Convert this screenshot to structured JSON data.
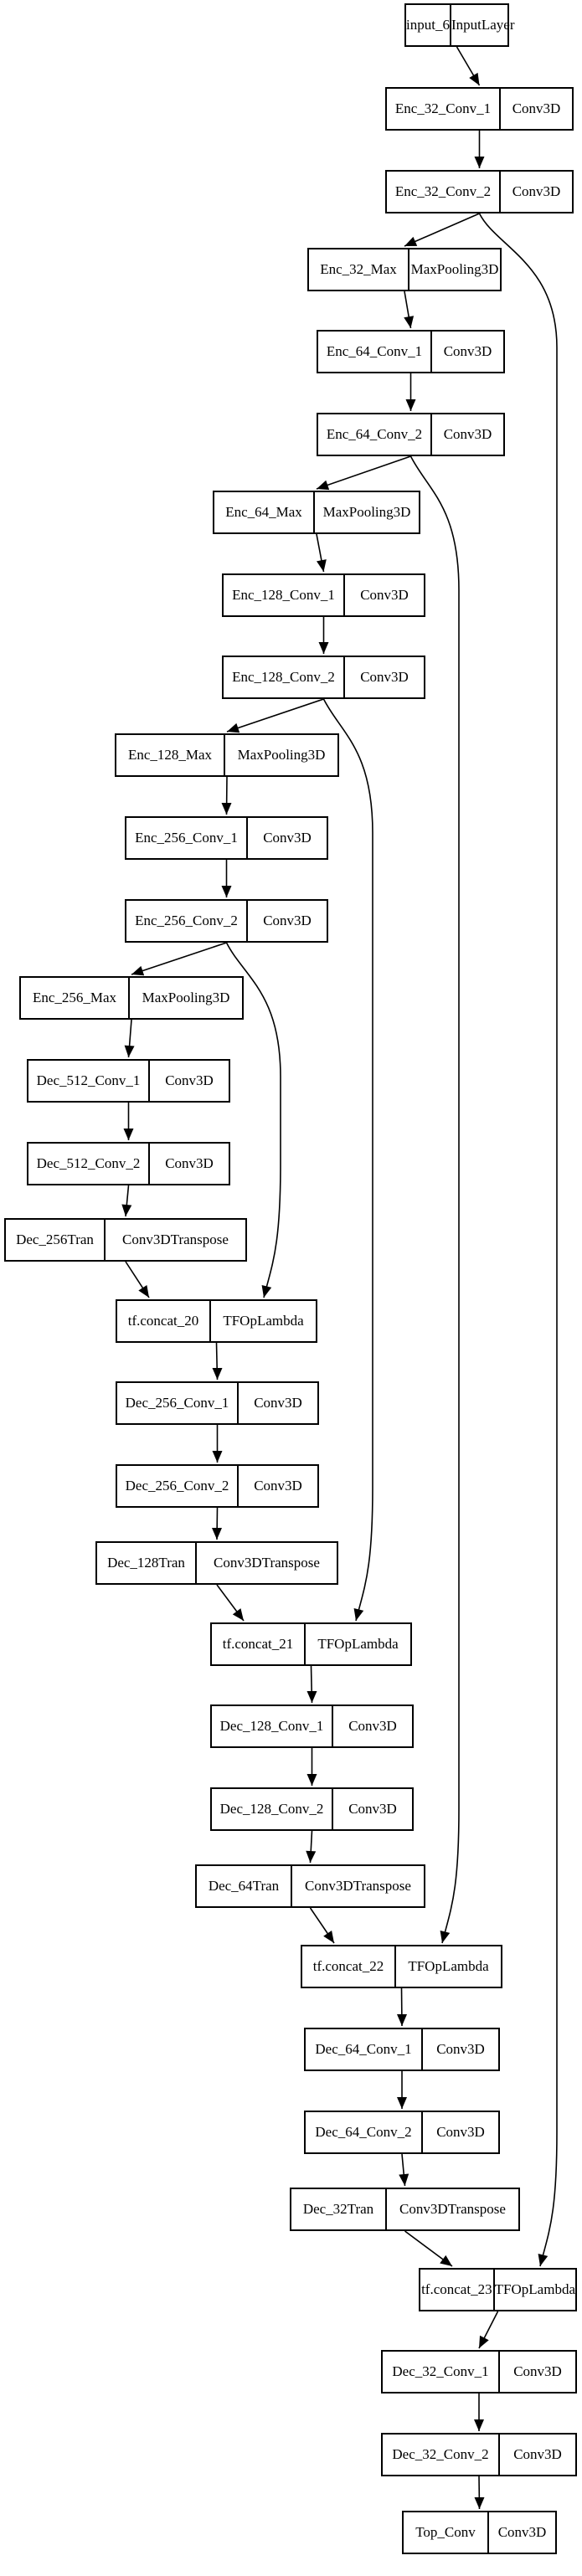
{
  "nodes": [
    {
      "id": "input_6",
      "name": "input_6",
      "type": "InputLayer"
    },
    {
      "id": "enc_32_conv_1",
      "name": "Enc_32_Conv_1",
      "type": "Conv3D"
    },
    {
      "id": "enc_32_conv_2",
      "name": "Enc_32_Conv_2",
      "type": "Conv3D"
    },
    {
      "id": "enc_32_max",
      "name": "Enc_32_Max",
      "type": "MaxPooling3D"
    },
    {
      "id": "enc_64_conv_1",
      "name": "Enc_64_Conv_1",
      "type": "Conv3D"
    },
    {
      "id": "enc_64_conv_2",
      "name": "Enc_64_Conv_2",
      "type": "Conv3D"
    },
    {
      "id": "enc_64_max",
      "name": "Enc_64_Max",
      "type": "MaxPooling3D"
    },
    {
      "id": "enc_128_conv_1",
      "name": "Enc_128_Conv_1",
      "type": "Conv3D"
    },
    {
      "id": "enc_128_conv_2",
      "name": "Enc_128_Conv_2",
      "type": "Conv3D"
    },
    {
      "id": "enc_128_max",
      "name": "Enc_128_Max",
      "type": "MaxPooling3D"
    },
    {
      "id": "enc_256_conv_1",
      "name": "Enc_256_Conv_1",
      "type": "Conv3D"
    },
    {
      "id": "enc_256_conv_2",
      "name": "Enc_256_Conv_2",
      "type": "Conv3D"
    },
    {
      "id": "enc_256_max",
      "name": "Enc_256_Max",
      "type": "MaxPooling3D"
    },
    {
      "id": "dec_512_conv_1",
      "name": "Dec_512_Conv_1",
      "type": "Conv3D"
    },
    {
      "id": "dec_512_conv_2",
      "name": "Dec_512_Conv_2",
      "type": "Conv3D"
    },
    {
      "id": "dec_256tran",
      "name": "Dec_256Tran",
      "type": "Conv3DTranspose"
    },
    {
      "id": "tf_concat_20",
      "name": "tf.concat_20",
      "type": "TFOpLambda"
    },
    {
      "id": "dec_256_conv_1",
      "name": "Dec_256_Conv_1",
      "type": "Conv3D"
    },
    {
      "id": "dec_256_conv_2",
      "name": "Dec_256_Conv_2",
      "type": "Conv3D"
    },
    {
      "id": "dec_128tran",
      "name": "Dec_128Tran",
      "type": "Conv3DTranspose"
    },
    {
      "id": "tf_concat_21",
      "name": "tf.concat_21",
      "type": "TFOpLambda"
    },
    {
      "id": "dec_128_conv_1",
      "name": "Dec_128_Conv_1",
      "type": "Conv3D"
    },
    {
      "id": "dec_128_conv_2",
      "name": "Dec_128_Conv_2",
      "type": "Conv3D"
    },
    {
      "id": "dec_64tran",
      "name": "Dec_64Tran",
      "type": "Conv3DTranspose"
    },
    {
      "id": "tf_concat_22",
      "name": "tf.concat_22",
      "type": "TFOpLambda"
    },
    {
      "id": "dec_64_conv_1",
      "name": "Dec_64_Conv_1",
      "type": "Conv3D"
    },
    {
      "id": "dec_64_conv_2",
      "name": "Dec_64_Conv_2",
      "type": "Conv3D"
    },
    {
      "id": "dec_32tran",
      "name": "Dec_32Tran",
      "type": "Conv3DTranspose"
    },
    {
      "id": "tf_concat_23",
      "name": "tf.concat_23",
      "type": "TFOpLambda"
    },
    {
      "id": "dec_32_conv_1",
      "name": "Dec_32_Conv_1",
      "type": "Conv3D"
    },
    {
      "id": "dec_32_conv_2",
      "name": "Dec_32_Conv_2",
      "type": "Conv3D"
    },
    {
      "id": "top_conv",
      "name": "Top_Conv",
      "type": "Conv3D"
    }
  ],
  "edges": [
    [
      "input_6",
      "enc_32_conv_1"
    ],
    [
      "enc_32_conv_1",
      "enc_32_conv_2"
    ],
    [
      "enc_32_conv_2",
      "enc_32_max"
    ],
    [
      "enc_32_conv_2",
      "tf_concat_23"
    ],
    [
      "enc_32_max",
      "enc_64_conv_1"
    ],
    [
      "enc_64_conv_1",
      "enc_64_conv_2"
    ],
    [
      "enc_64_conv_2",
      "enc_64_max"
    ],
    [
      "enc_64_conv_2",
      "tf_concat_22"
    ],
    [
      "enc_64_max",
      "enc_128_conv_1"
    ],
    [
      "enc_128_conv_1",
      "enc_128_conv_2"
    ],
    [
      "enc_128_conv_2",
      "enc_128_max"
    ],
    [
      "enc_128_conv_2",
      "tf_concat_21"
    ],
    [
      "enc_128_max",
      "enc_256_conv_1"
    ],
    [
      "enc_256_conv_1",
      "enc_256_conv_2"
    ],
    [
      "enc_256_conv_2",
      "enc_256_max"
    ],
    [
      "enc_256_conv_2",
      "tf_concat_20"
    ],
    [
      "enc_256_max",
      "dec_512_conv_1"
    ],
    [
      "dec_512_conv_1",
      "dec_512_conv_2"
    ],
    [
      "dec_512_conv_2",
      "dec_256tran"
    ],
    [
      "dec_256tran",
      "tf_concat_20"
    ],
    [
      "tf_concat_20",
      "dec_256_conv_1"
    ],
    [
      "dec_256_conv_1",
      "dec_256_conv_2"
    ],
    [
      "dec_256_conv_2",
      "dec_128tran"
    ],
    [
      "dec_128tran",
      "tf_concat_21"
    ],
    [
      "tf_concat_21",
      "dec_128_conv_1"
    ],
    [
      "dec_128_conv_1",
      "dec_128_conv_2"
    ],
    [
      "dec_128_conv_2",
      "dec_64tran"
    ],
    [
      "dec_64tran",
      "tf_concat_22"
    ],
    [
      "tf_concat_22",
      "dec_64_conv_1"
    ],
    [
      "dec_64_conv_1",
      "dec_64_conv_2"
    ],
    [
      "dec_64_conv_2",
      "dec_32tran"
    ],
    [
      "dec_32tran",
      "tf_concat_23"
    ],
    [
      "tf_concat_23",
      "dec_32_conv_1"
    ],
    [
      "dec_32_conv_1",
      "dec_32_conv_2"
    ],
    [
      "dec_32_conv_2",
      "top_conv"
    ]
  ]
}
